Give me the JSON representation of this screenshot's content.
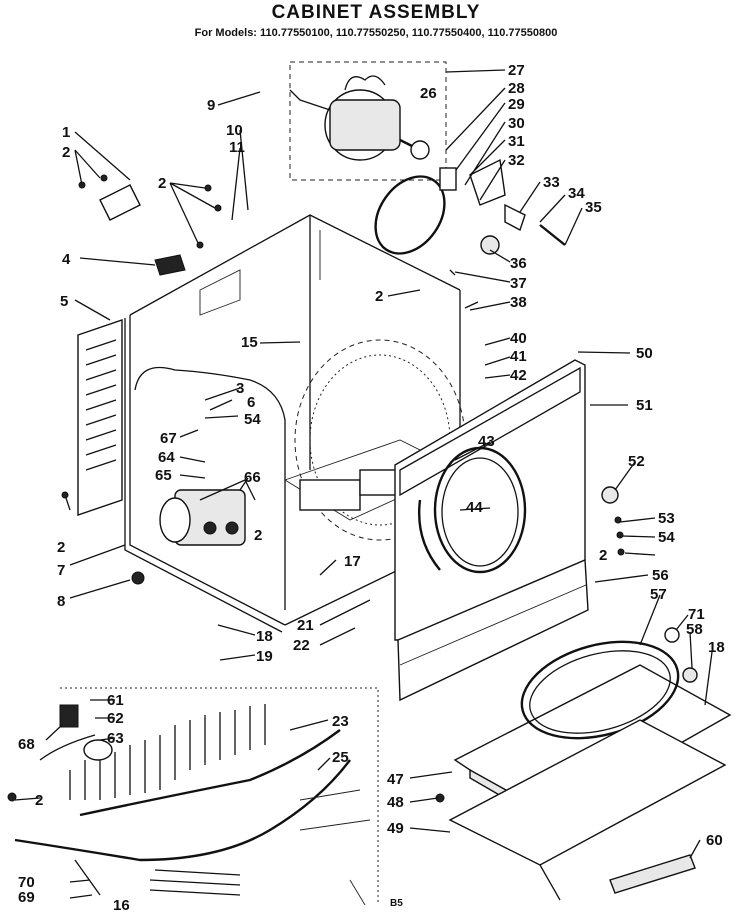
{
  "title": "CABINET ASSEMBLY",
  "models_line": "For Models: 110.77550100, 110.77550250, 110.77550400, 110.77550800",
  "footer_code": "B5",
  "callouts": [
    "1",
    "2",
    "2",
    "2",
    "2",
    "2",
    "2",
    "2",
    "2",
    "3",
    "4",
    "5",
    "6",
    "7",
    "8",
    "9",
    "10",
    "11",
    "15",
    "16",
    "17",
    "18",
    "18",
    "19",
    "21",
    "22",
    "23",
    "25",
    "26",
    "27",
    "28",
    "29",
    "30",
    "31",
    "32",
    "33",
    "34",
    "35",
    "36",
    "37",
    "38",
    "40",
    "41",
    "42",
    "43",
    "44",
    "47",
    "48",
    "49",
    "50",
    "51",
    "52",
    "53",
    "54",
    "54",
    "56",
    "57",
    "58",
    "60",
    "61",
    "62",
    "63",
    "64",
    "65",
    "66",
    "67",
    "68",
    "69",
    "70",
    "71"
  ]
}
